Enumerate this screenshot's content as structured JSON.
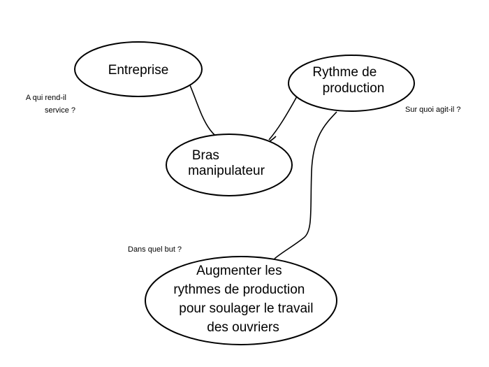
{
  "diagram": {
    "type": "bubble-diagram",
    "nodes": {
      "entreprise": {
        "lines": [
          "Entreprise"
        ]
      },
      "rythme": {
        "lines": [
          "Rythme de",
          "production"
        ]
      },
      "bras": {
        "lines": [
          "Bras",
          "manipulateur"
        ]
      },
      "but": {
        "lines": [
          "Augmenter les",
          "rythmes de production",
          "pour soulager le travail",
          "des ouvriers"
        ]
      }
    },
    "questions": {
      "a_qui": {
        "lines": [
          "A qui rend-il",
          "service ?"
        ]
      },
      "sur_quoi": {
        "lines": [
          "Sur quoi agit-il ?"
        ]
      },
      "dans_quel_but": {
        "lines": [
          "Dans quel but ?"
        ]
      }
    },
    "links": [
      {
        "from": "entreprise",
        "to": "bras"
      },
      {
        "from": "rythme",
        "to": "bras"
      },
      {
        "from": "rythme",
        "to": "but"
      }
    ]
  }
}
